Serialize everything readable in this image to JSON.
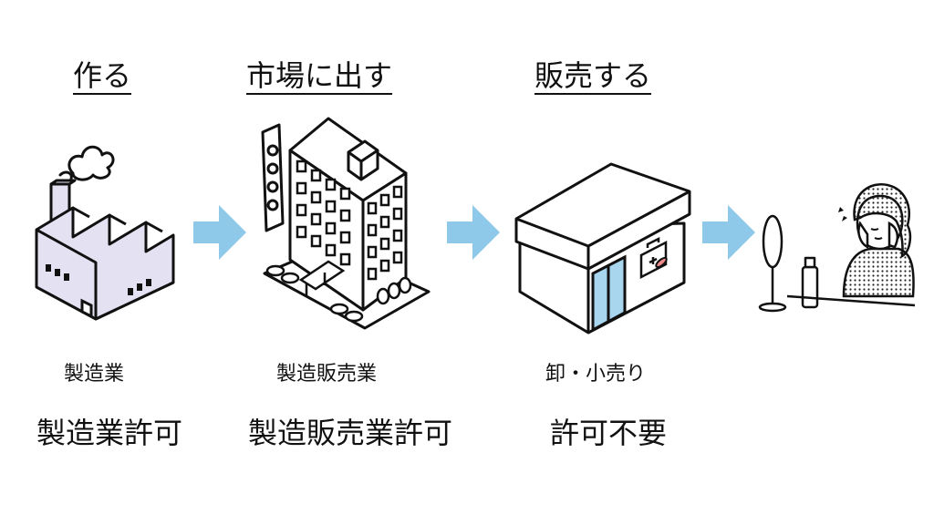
{
  "stages": [
    {
      "heading": "作る",
      "category": "製造業",
      "permit": "製造業許可"
    },
    {
      "heading": "市場に出す",
      "category": "製造販売業",
      "permit": "製造販売業許可"
    },
    {
      "heading": "販売する",
      "category": "卸・小売り",
      "permit": "許可不要"
    }
  ],
  "colors": {
    "arrow": "#8ec9ea",
    "factory_fill": "#e4e1f2",
    "storefront_glass": "#a9d6ef",
    "outline": "#111111"
  },
  "icons": [
    "factory-icon",
    "office-building-icon",
    "pharmacy-store-icon",
    "woman-mirror-icon",
    "arrow-right-icon"
  ]
}
